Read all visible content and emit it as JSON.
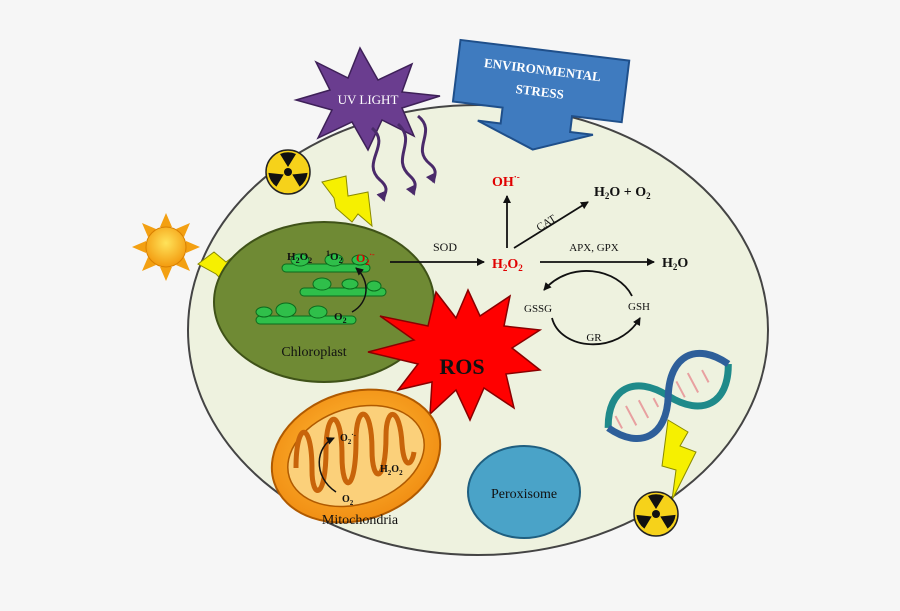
{
  "labels": {
    "uv_light": "UV LIGHT",
    "env_line1": "ENVIRONMENTAL",
    "env_line2": "STRESS",
    "chloroplast": "Chloroplast",
    "mitochondria": "Mitochondria",
    "peroxisome": "Peroxisome",
    "ros": "ROS",
    "sod": "SOD",
    "cat": "CAT",
    "apx_gpx": "APX, GPX",
    "gssg": "GSSG",
    "gsh": "GSH",
    "gr": "GR"
  },
  "species": {
    "hydroxyl": {
      "base": "OH",
      "sup": "·-"
    },
    "h2o2_main": {
      "a": "H",
      "s1": "2",
      "b": "O",
      "s2": "2"
    },
    "h2o_o2": {
      "a": "H",
      "s1": "2",
      "b": "O + O",
      "s2": "2"
    },
    "h2o": {
      "a": "H",
      "s1": "2",
      "b": "O"
    },
    "chl_h2o2": {
      "a": "H",
      "s1": "2",
      "b": "O",
      "s2": "2"
    },
    "chl_singlet": {
      "pre": "1",
      "a": "O",
      "s1": "2"
    },
    "chl_superoxide": {
      "a": "O",
      "s1": "2",
      "sup": "·-"
    },
    "chl_o2": {
      "a": "O",
      "s1": "2"
    },
    "mito_superoxide": {
      "a": "O",
      "s1": "2",
      "sup": "·-"
    },
    "mito_h2o2": {
      "a": "H",
      "s1": "2",
      "b": "O",
      "s2": "2"
    },
    "mito_o2": {
      "a": "O",
      "s1": "2"
    }
  },
  "colors": {
    "cell_fill": "#eef2df",
    "chloroplast_fill": "#6f8a34",
    "mitochondria_fill": "#f49a1a",
    "peroxisome_fill": "#4aa3c8",
    "ros_fill": "#ff0000",
    "uv_fill": "#6a3d8f",
    "env_fill": "#3f7bbf",
    "red_species": "#e00000",
    "lightning": "#f6f000"
  },
  "icons": [
    "uv-light-burst-icon",
    "sun-icon",
    "radiation-icon",
    "lightning-icon",
    "dna-helix-icon",
    "thylakoid-stack-icon"
  ]
}
